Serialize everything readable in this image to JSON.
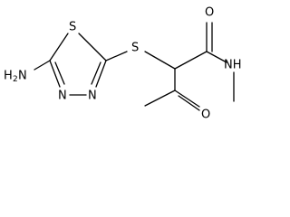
{
  "molecule": {
    "atoms": {
      "amine_n": "N",
      "amine_h": "H",
      "amine_h_count": "2",
      "ring_s": "S",
      "ring_n_top": "N",
      "ring_n_bottom": "N",
      "thioether_s": "S",
      "amide_o": "O",
      "amide_nh": "NH",
      "ketone_o": "O"
    }
  }
}
